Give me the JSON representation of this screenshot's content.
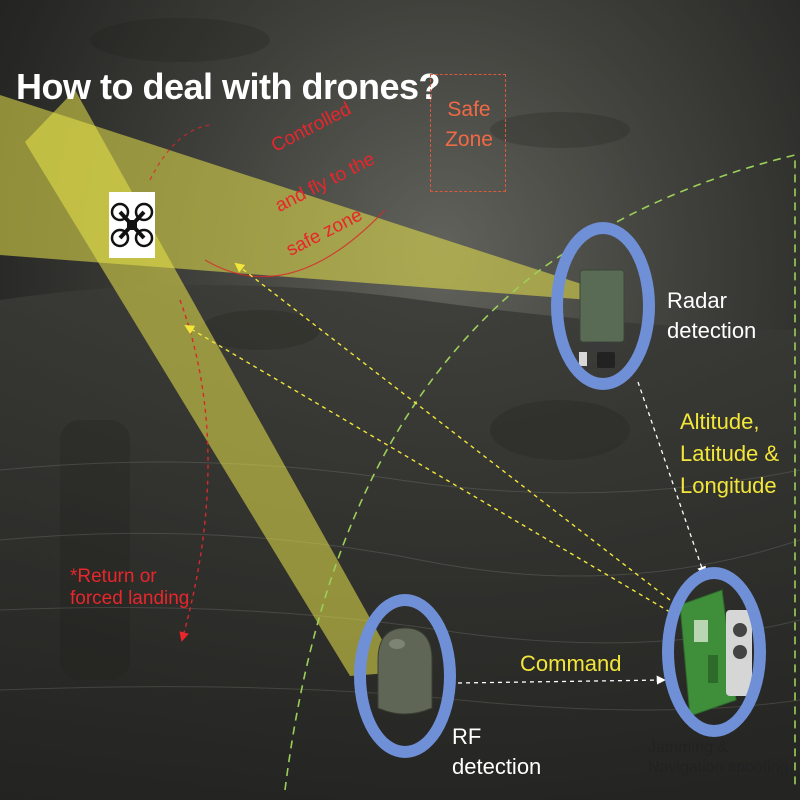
{
  "title": "How to deal with drones?",
  "safe_zone": {
    "label": "Safe\nZone"
  },
  "labels": {
    "controlled": [
      "Controlled",
      "and fly to the",
      "safe zone"
    ],
    "return_landing": [
      "*Return or",
      "forced landing"
    ],
    "radar": [
      "Radar",
      "detection"
    ],
    "rf": [
      "RF",
      "detection"
    ],
    "coordinates": [
      "Altitude,",
      "Latitude &",
      "Longitude"
    ],
    "command": "Command",
    "jamming": [
      "Jamming &",
      "Navigation spoofing"
    ]
  },
  "icons": [
    "drone-icon",
    "radar-device-icon",
    "rf-sensor-icon",
    "jammer-device-icon"
  ],
  "colors": {
    "title": "#ffffff",
    "beam": "#e8e34a",
    "ring": "#6f8fd6",
    "red_label": "#e8262b",
    "yellow_label": "#f2e63a",
    "safe_zone": "#ef6a45",
    "boundary": "#9ccf5a"
  }
}
